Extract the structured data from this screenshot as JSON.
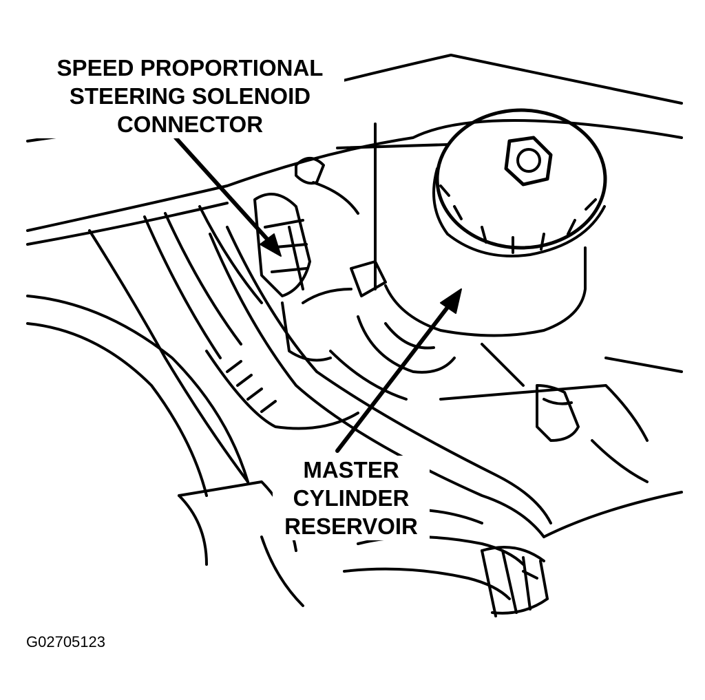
{
  "callouts": {
    "solenoid_connector": {
      "lines": [
        "SPEED PROPORTIONAL",
        "STEERING SOLENOID",
        "CONNECTOR"
      ]
    },
    "master_cylinder_reservoir": {
      "lines": [
        "MASTER",
        "CYLINDER",
        "RESERVOIR"
      ]
    }
  },
  "figure_id": "G02705123",
  "colors": {
    "line": "#000000",
    "background": "#ffffff"
  }
}
